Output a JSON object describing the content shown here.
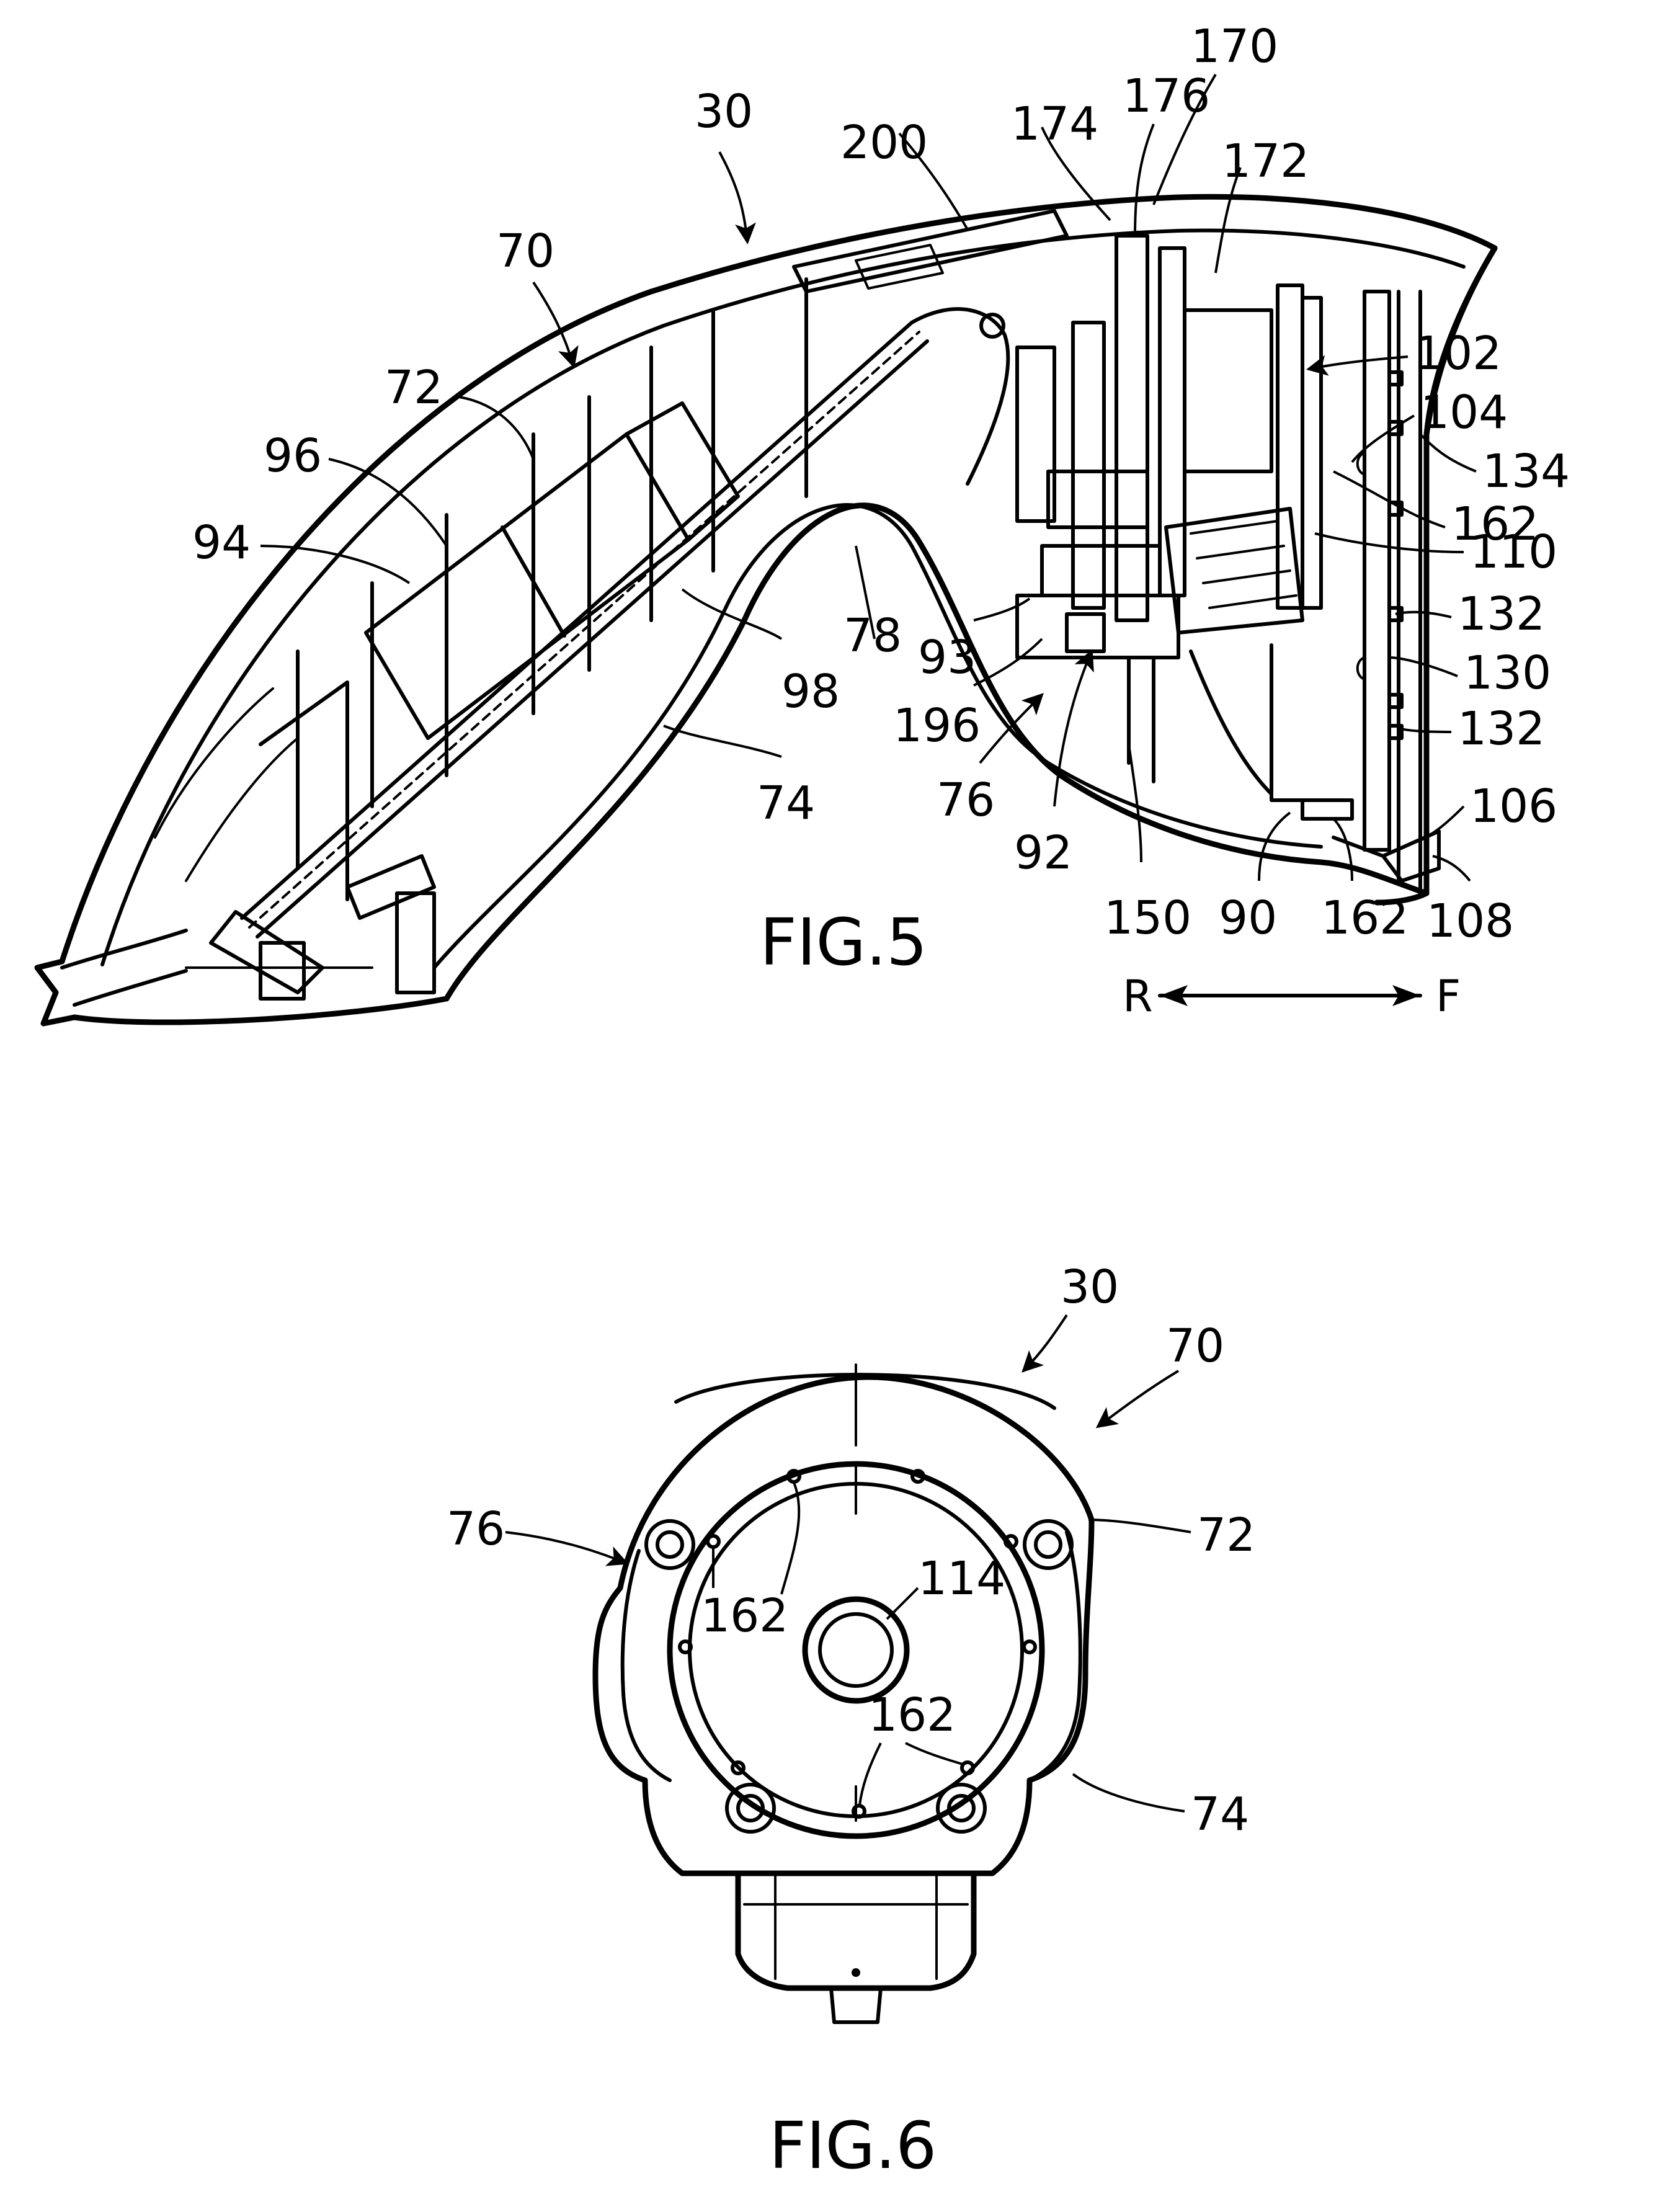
{
  "figure5": {
    "caption": "FIG.5",
    "direction_rear": "R",
    "direction_front": "F",
    "labels": {
      "l30": "30",
      "l70": "70",
      "l72": "72",
      "l96": "96",
      "l94": "94",
      "l98": "98",
      "l74": "74",
      "l78": "78",
      "l200": "200",
      "l174": "174",
      "l176": "176",
      "l170": "170",
      "l172": "172",
      "l102": "102",
      "l104": "104",
      "l134": "134",
      "l162a": "162",
      "l110": "110",
      "l132a": "132",
      "l130": "130",
      "l132b": "132",
      "l106": "106",
      "l108": "108",
      "l162b": "162",
      "l90": "90",
      "l150": "150",
      "l92": "92",
      "l76": "76",
      "l196": "196",
      "l93": "93"
    }
  },
  "figure6": {
    "caption": "FIG.6",
    "labels": {
      "l30": "30",
      "l70": "70",
      "l72": "72",
      "l76": "76",
      "l114": "114",
      "l162a": "162",
      "l162b": "162",
      "l74": "74"
    }
  }
}
